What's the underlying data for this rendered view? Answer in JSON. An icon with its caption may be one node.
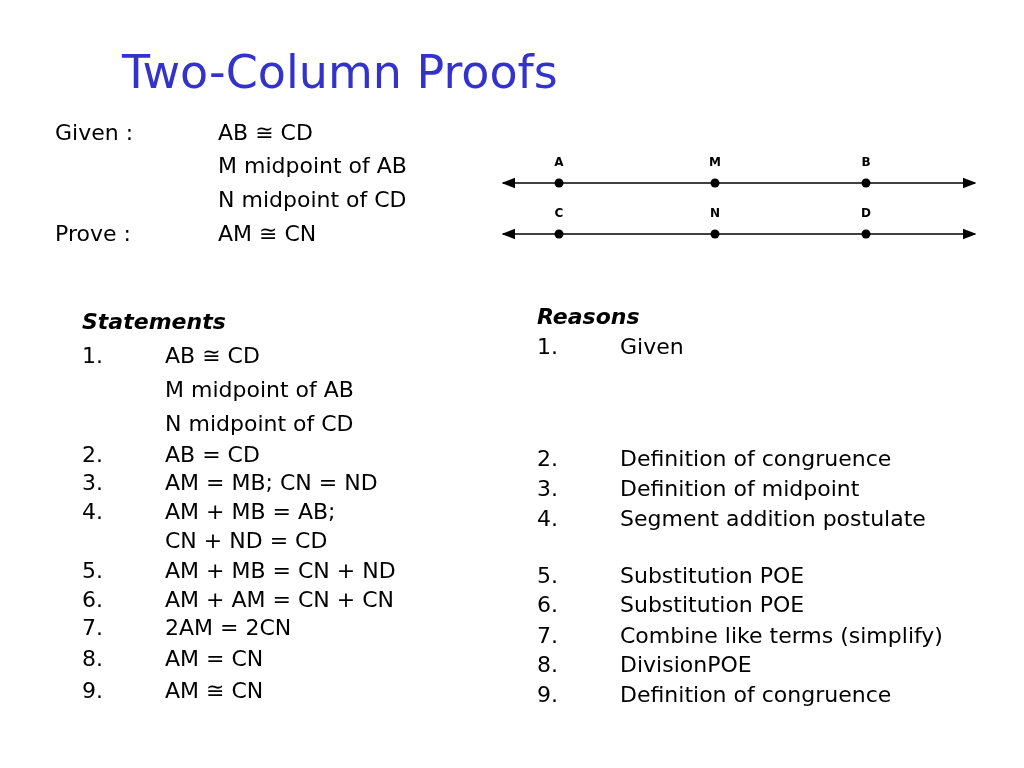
{
  "diagram": {
    "title": "Two-Column Proofs",
    "labels": [
      "Given :",
      "AB ≅ CD",
      "M midpoint of AB",
      "N midpoint of CD",
      "Prove :",
      "AM ≅ CN",
      "A",
      "M",
      "B",
      "C",
      "N",
      "D",
      "Statements",
      "Reasons",
      "1.",
      "AB ≅ CD",
      "M midpoint of AB",
      "N midpoint of CD",
      "2.",
      "AB = CD",
      "3.",
      "AM = MB; CN = ND",
      "4.",
      "AM + MB = AB;",
      "CN + ND = CD",
      "5.",
      "AM + MB = CN + ND",
      "6.",
      "AM + AM = CN + CN",
      "7.",
      "2AM = 2CN",
      "8.",
      "AM = CN",
      "9.",
      "AM ≅ CN",
      "1.",
      "Given",
      "2.",
      "Definition of congruence",
      "3.",
      "Definition of midpoint",
      "4.",
      "Segment addition postulate",
      "5.",
      "Substitution POE",
      "6.",
      "Substitution POE",
      "7.",
      "Combine like terms (simplify)",
      "8.",
      "DivisionPOE",
      "9.",
      "Definition of congruence"
    ]
  }
}
